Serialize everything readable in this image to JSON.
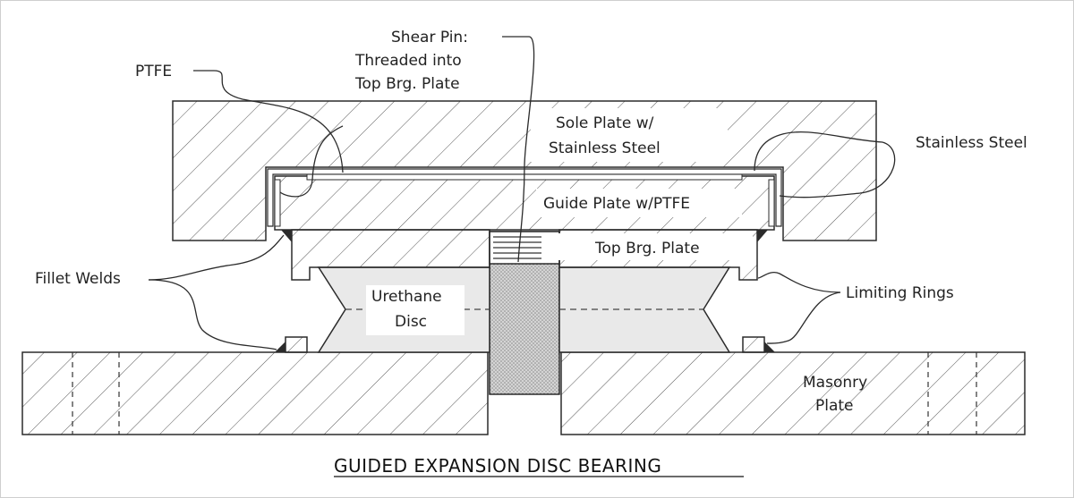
{
  "title": "GUIDED EXPANSION DISC BEARING",
  "labels": {
    "shear_pin_1": "Shear Pin:",
    "shear_pin_2": "Threaded into",
    "shear_pin_3": "Top Brg. Plate",
    "ptfe": "PTFE",
    "sole_plate_1": "Sole Plate w/",
    "sole_plate_2": "Stainless Steel",
    "stainless_steel": "Stainless Steel",
    "guide_plate": "Guide Plate w/PTFE",
    "top_brg_plate": "Top Brg. Plate",
    "fillet_welds": "Fillet Welds",
    "urethane_1": "Urethane",
    "urethane_2": "Disc",
    "limiting_rings": "Limiting Rings",
    "masonry_1": "Masonry",
    "masonry_2": "Plate"
  },
  "colors": {
    "line": "#2b2b2b",
    "hatch": "#555555",
    "disc_fill": "#e9e9e9",
    "pin_fill": "#cfcfcf"
  }
}
